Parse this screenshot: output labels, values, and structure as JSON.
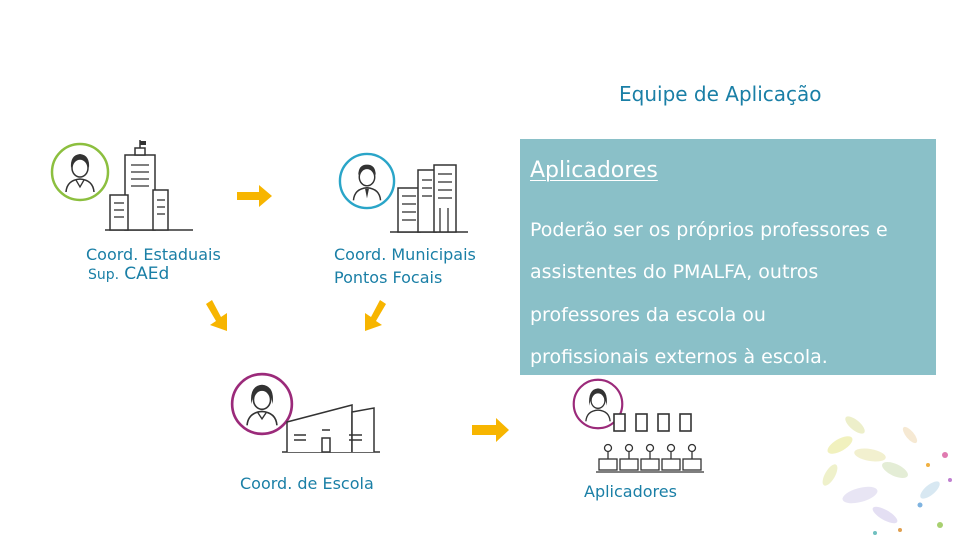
{
  "title": "Equipe de Aplicação",
  "nodes": {
    "estadual": {
      "line1": "Coord. Estaduais",
      "line2_prefix": "Sup.",
      "line2_main": "CAEd"
    },
    "municipal": {
      "line1": "Coord. Municipais",
      "line2": "Pontos Focais"
    },
    "escola": {
      "label": "Coord. de Escola"
    },
    "aplicadores": {
      "label": "Aplicadores"
    }
  },
  "info_box": {
    "title": "Aplicadores",
    "lines": [
      "Poderão ser os próprios professores e",
      "assistentes do PMALFA, outros",
      "professores da escola ou",
      "profissionais externos à escola."
    ]
  },
  "colors": {
    "text_blue": "#1a7fa6",
    "box_bg": "#8ac0c8",
    "arrow": "#f7b500",
    "ring_green": "#8cbf3f",
    "ring_purple": "#9b2a7a",
    "ring_cyan": "#2aa5c8",
    "icon_line": "#333333"
  },
  "icons": [
    "person-icon",
    "building-icon",
    "school-icon",
    "classroom-icon",
    "arrow-icon",
    "floral-decoration"
  ]
}
